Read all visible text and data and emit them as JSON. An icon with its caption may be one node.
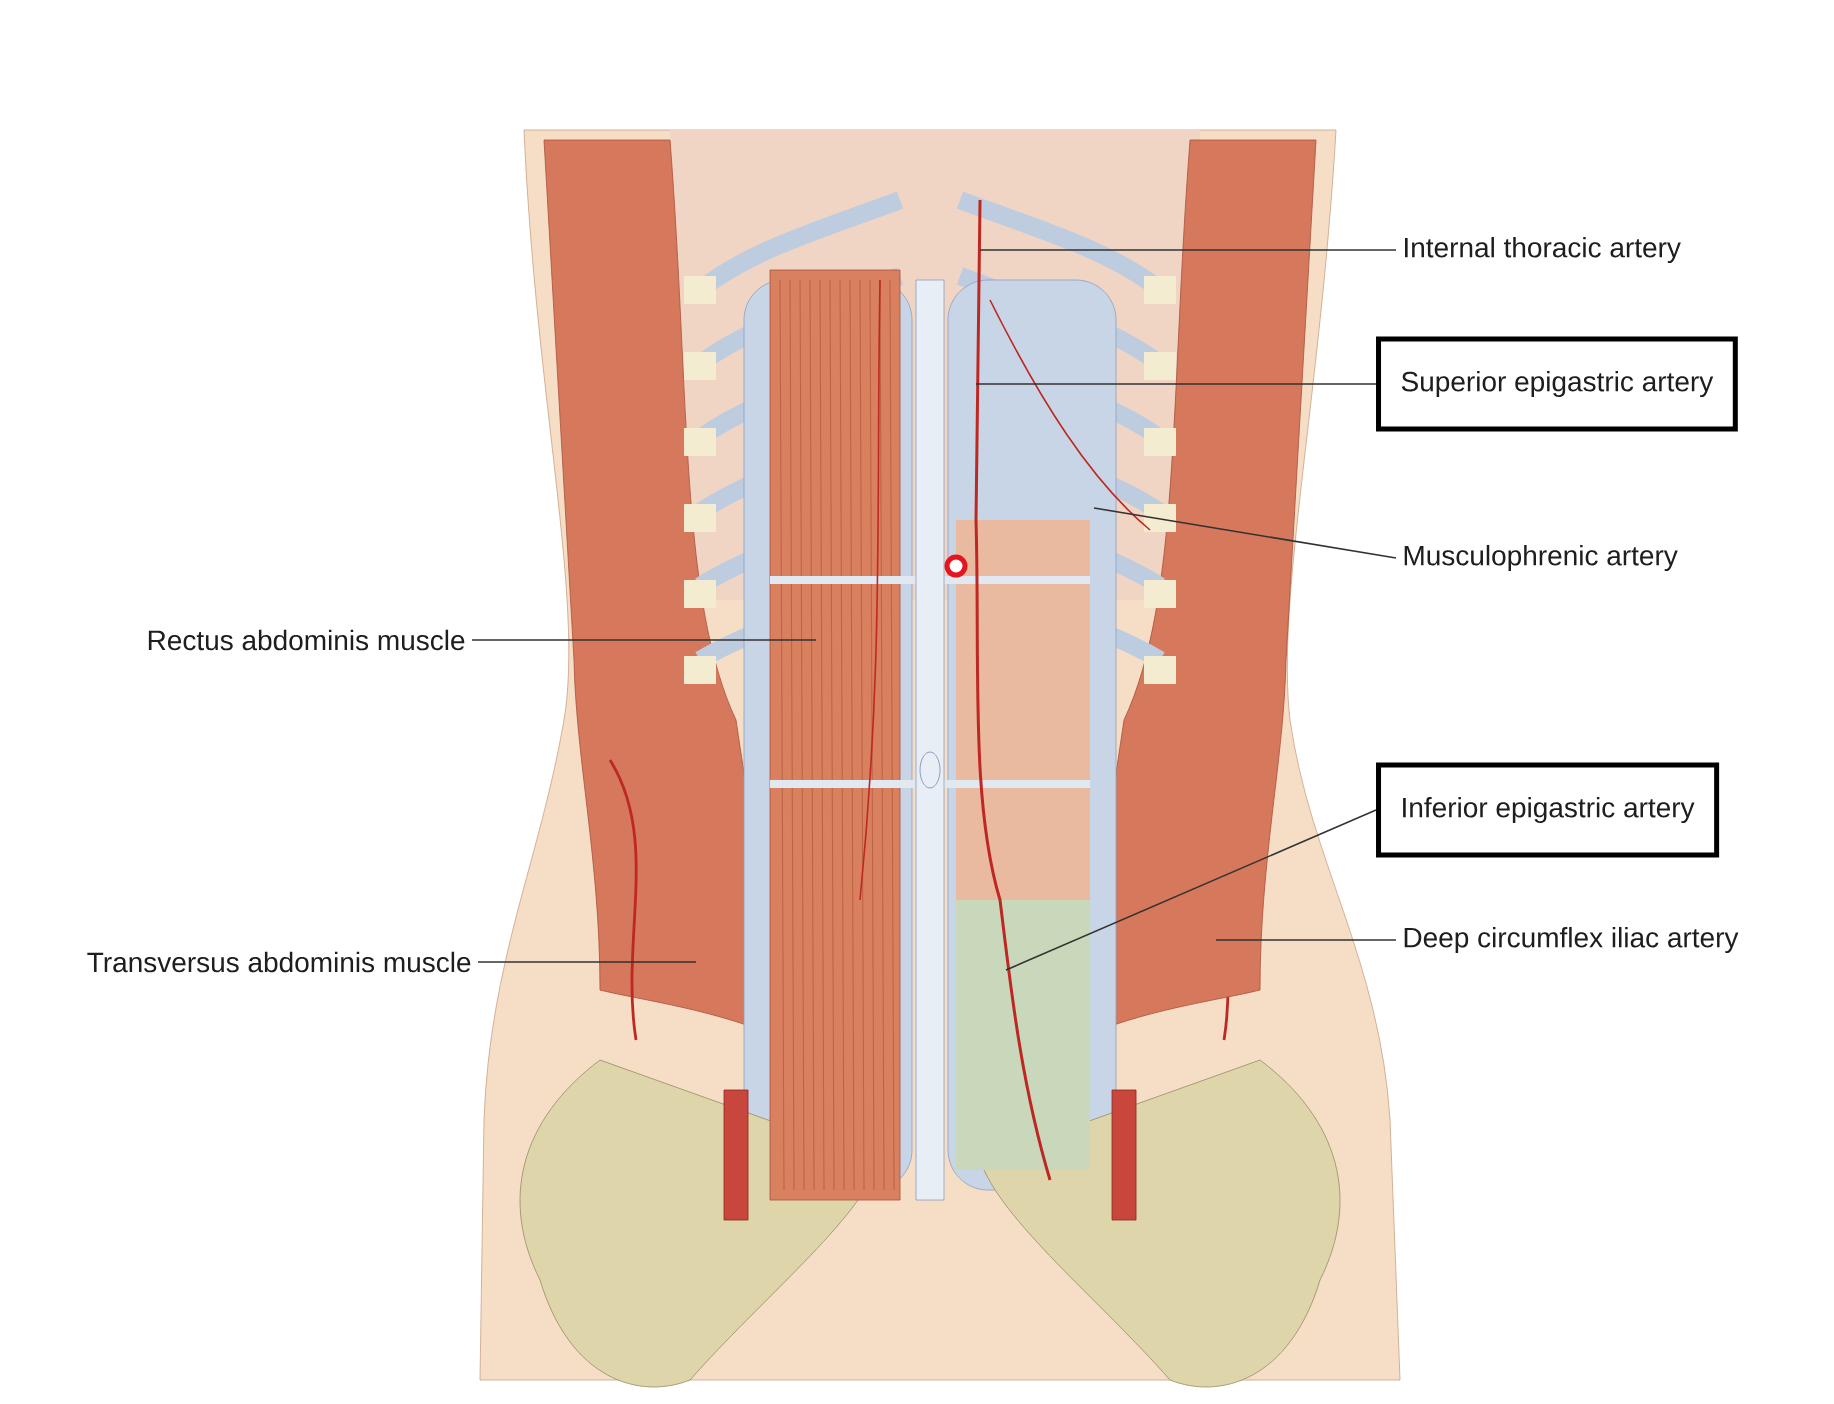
{
  "diagram": {
    "nodes": [
      {
        "text": [
          "Internal thoracic artery"
        ]
      },
      {
        "text": [
          "Superior epigastric artery"
        ]
      },
      {
        "text": [
          "Musculophrenic artery"
        ]
      },
      {
        "text": [
          "Rectus abdominis muscle"
        ]
      },
      {
        "text": [
          "Inferior epigastric artery"
        ]
      },
      {
        "text": [
          "Deep circumflex iliac artery"
        ]
      },
      {
        "text": [
          "Transversus abdominis muscle"
        ]
      }
    ],
    "edges": [
      {
        "from": 0,
        "to": null,
        "arrow": "none"
      },
      {
        "from": 1,
        "to": null,
        "arrow": "none"
      },
      {
        "from": 2,
        "to": null,
        "arrow": "none"
      },
      {
        "from": 3,
        "to": null,
        "arrow": "none"
      },
      {
        "from": 4,
        "to": null,
        "arrow": "none"
      },
      {
        "from": 5,
        "to": null,
        "arrow": "none"
      },
      {
        "from": 6,
        "to": null,
        "arrow": "none"
      }
    ]
  }
}
